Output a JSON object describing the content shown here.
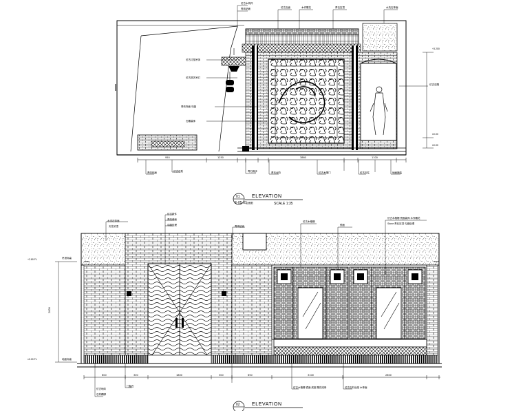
{
  "drawing_1": {
    "number": "01",
    "sheet_ref": "E-05-01",
    "view_name": "立面图",
    "title": "ELEVATION",
    "scale": "SCALE  1:35"
  },
  "drawing_2": {
    "number": "02",
    "title": "ELEVATION"
  }
}
